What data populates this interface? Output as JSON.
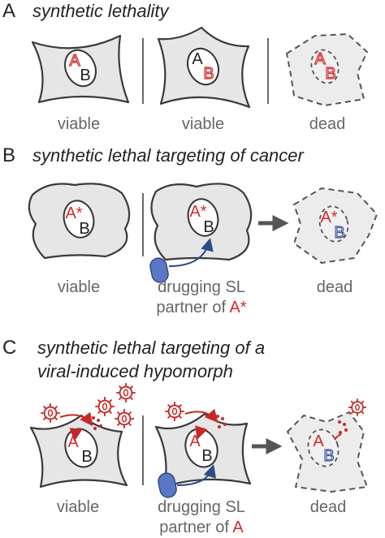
{
  "colors": {
    "mutant_red": "#d42a2a",
    "targeted_blue": "#3d5a9c",
    "cell_fill": "#e6e6e6"
  },
  "panel_a": {
    "letter": "A",
    "title": "synthetic lethality",
    "cells": [
      {
        "gene_a": "A",
        "gene_b": "B",
        "caption": "viable"
      },
      {
        "gene_a": "A",
        "gene_b": "B",
        "caption": "viable"
      },
      {
        "gene_a": "A",
        "gene_b": "B",
        "caption": "dead"
      }
    ]
  },
  "panel_b": {
    "letter": "B",
    "title": "synthetic lethal targeting of cancer",
    "cells": [
      {
        "gene_a": "A*",
        "gene_b": "B",
        "caption": "viable"
      },
      {
        "gene_a": "A*",
        "gene_b": "B",
        "caption_line1": "drugging SL",
        "caption_line2_prefix": "partner of ",
        "caption_line2_highlight": "A*"
      },
      {
        "gene_a": "A*",
        "gene_b": "B",
        "caption": "dead"
      }
    ],
    "arrow_icon": "right-arrow-icon"
  },
  "panel_c": {
    "letter": "C",
    "title_line1": "synthetic lethal targeting of a",
    "title_line2": "viral-induced hypomorph",
    "cells": [
      {
        "gene_a": "A",
        "gene_b": "B",
        "caption": "viable"
      },
      {
        "gene_a": "A",
        "gene_b": "B",
        "caption_line1": "drugging SL",
        "caption_line2_prefix": "partner of ",
        "caption_line2_highlight": "A"
      },
      {
        "gene_a": "A",
        "gene_b": "B",
        "caption": "dead"
      }
    ],
    "arrow_icon": "right-arrow-icon"
  }
}
